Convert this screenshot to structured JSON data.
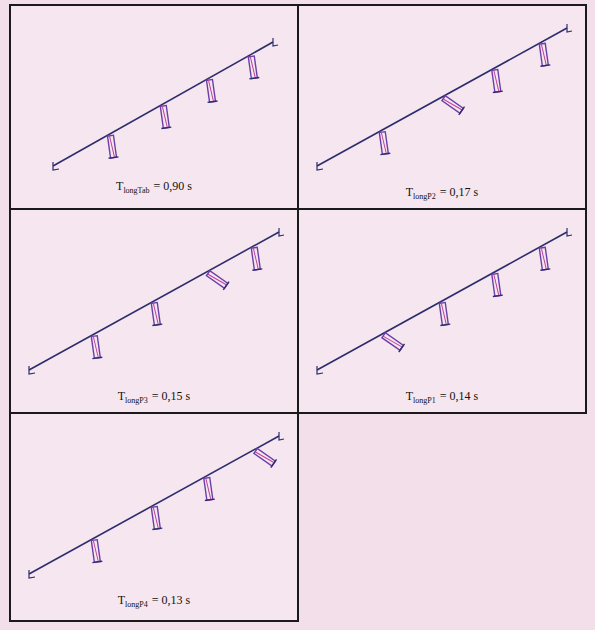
{
  "diagram": {
    "nodes": [
      {
        "text": [
          "T",
          "longTab",
          "= 0,90 s"
        ]
      },
      {
        "text": [
          "T",
          "longP2",
          "= 0,17 s"
        ]
      },
      {
        "text": [
          "T",
          "longP3",
          "= 0,15 s"
        ]
      },
      {
        "text": [
          "T",
          "longP1",
          "= 0,14 s"
        ]
      },
      {
        "text": [
          "T",
          "longP4",
          "= 0,13 s"
        ]
      }
    ]
  }
}
